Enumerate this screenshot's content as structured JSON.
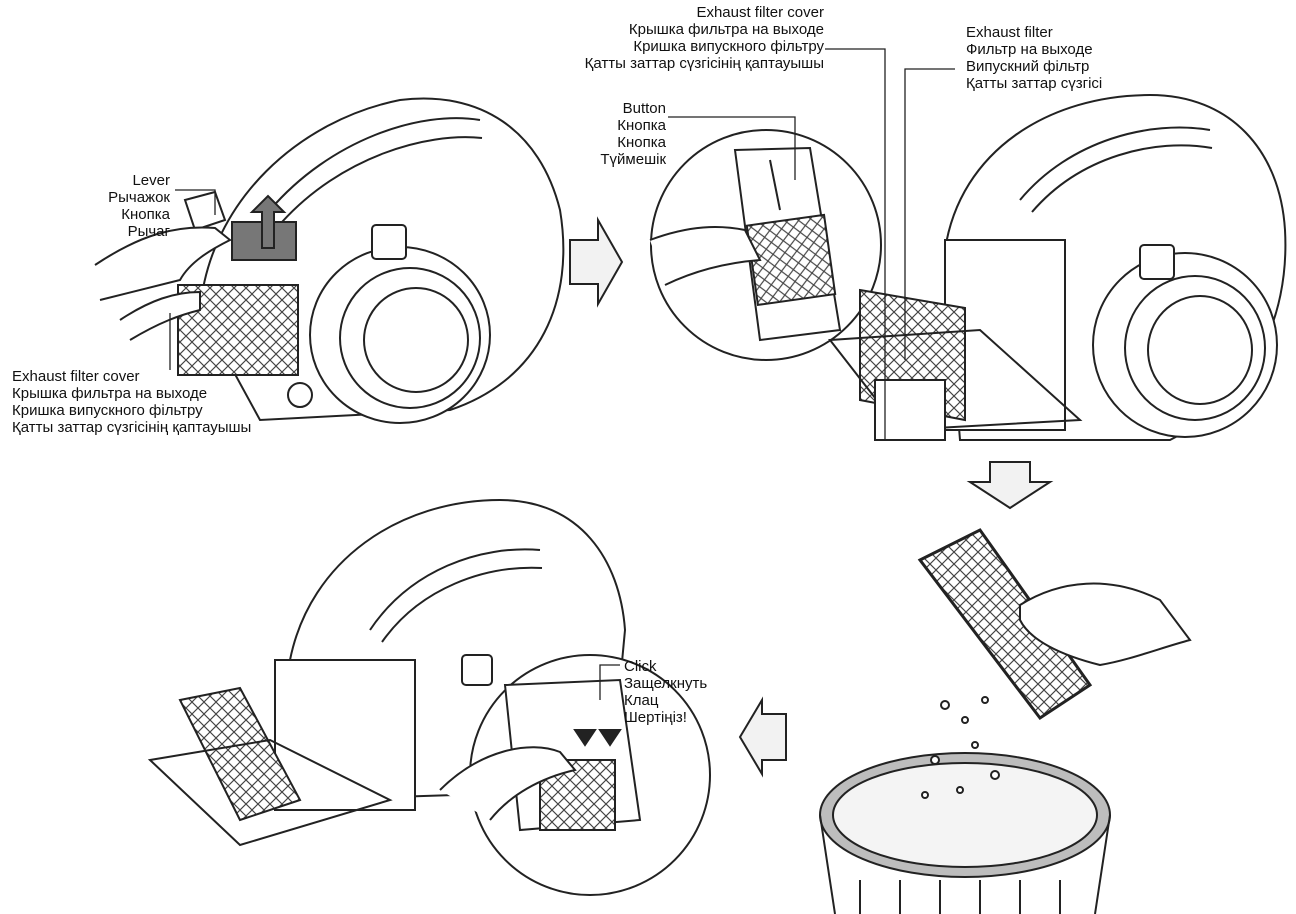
{
  "labels": {
    "lever": [
      "Lever",
      "Рычажок",
      "Кнопка",
      "Рычаг"
    ],
    "exhaust_cover_bottom": [
      "Exhaust filter cover",
      "Крышка фильтра на выходе",
      "Кришка випускного фільтру",
      "Қатты заттар сүзгісінің қаптауышы"
    ],
    "exhaust_cover_top": [
      "Exhaust filter cover",
      "Крышка фильтра  на выходе",
      "Кришка випускного фільтру",
      "Қатты заттар сүзгісінің қаптауышы"
    ],
    "button": [
      "Button",
      "Кнопка",
      "Кнопка",
      "Түймешік"
    ],
    "exhaust_filter": [
      "Exhaust filter",
      "Фильтр на выходе",
      "Випускний фільтр",
      "Қатты заттар сүзгісі"
    ],
    "click": [
      "Click",
      "Защелкнуть",
      "Клац",
      "Шертіңіз!"
    ]
  },
  "colors": {
    "line": "#222222",
    "hatch": "#555555",
    "fill": "#ffffff",
    "bin": "#bdbdbd",
    "arrow": "#f2f2f2"
  },
  "icons": [
    "arrow-right-icon",
    "arrow-down-icon",
    "arrow-left-icon"
  ]
}
